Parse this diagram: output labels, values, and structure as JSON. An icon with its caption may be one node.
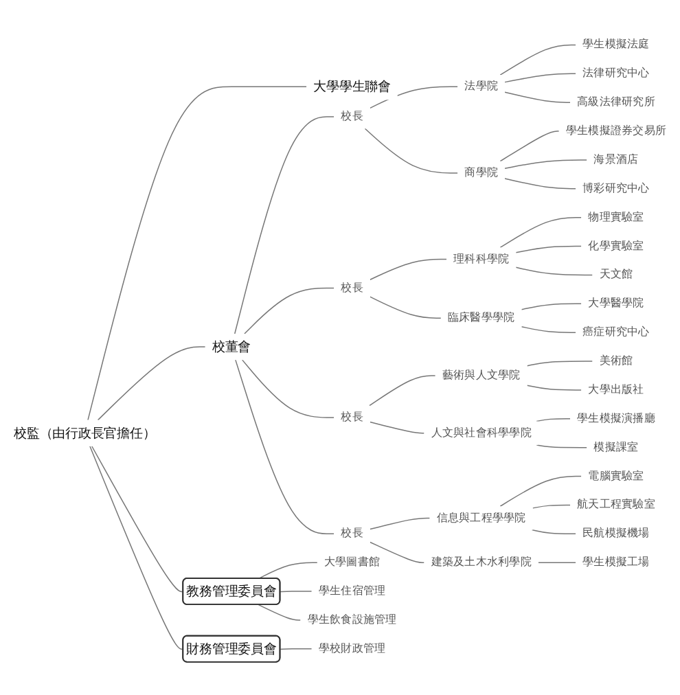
{
  "diagram": {
    "nodes": [
      {
        "text": [
          "校監（由行政長官擔任）"
        ]
      },
      {
        "text": [
          "大學學生聯會"
        ]
      },
      {
        "text": [
          "校董會"
        ]
      },
      {
        "text": [
          "校長"
        ]
      },
      {
        "text": [
          "法學院"
        ]
      },
      {
        "text": [
          "學生模擬法庭"
        ]
      },
      {
        "text": [
          "法律研究中心"
        ]
      },
      {
        "text": [
          "高級法律研究所"
        ]
      },
      {
        "text": [
          "商學院"
        ]
      },
      {
        "text": [
          "學生模擬證券交易所"
        ]
      },
      {
        "text": [
          "海景酒店"
        ]
      },
      {
        "text": [
          "博彩研究中心"
        ]
      },
      {
        "text": [
          "校長"
        ]
      },
      {
        "text": [
          "理科科學院"
        ]
      },
      {
        "text": [
          "物理實驗室"
        ]
      },
      {
        "text": [
          "化學實驗室"
        ]
      },
      {
        "text": [
          "天文館"
        ]
      },
      {
        "text": [
          "臨床醫學學院"
        ]
      },
      {
        "text": [
          "大學醫學院"
        ]
      },
      {
        "text": [
          "癌症研究中心"
        ]
      },
      {
        "text": [
          "校長"
        ]
      },
      {
        "text": [
          "藝術與人文學院"
        ]
      },
      {
        "text": [
          "美術館"
        ]
      },
      {
        "text": [
          "大學出版社"
        ]
      },
      {
        "text": [
          "人文與社會科學學院"
        ]
      },
      {
        "text": [
          "學生模擬演播廳"
        ]
      },
      {
        "text": [
          "模擬課室"
        ]
      },
      {
        "text": [
          "校長"
        ]
      },
      {
        "text": [
          "信息與工程學學院"
        ]
      },
      {
        "text": [
          "電腦實驗室"
        ]
      },
      {
        "text": [
          "航天工程實驗室"
        ]
      },
      {
        "text": [
          "民航模擬機場"
        ]
      },
      {
        "text": [
          "建築及土木水利學院"
        ]
      },
      {
        "text": [
          "學生模擬工場"
        ]
      },
      {
        "text": [
          "教務管理委員會"
        ]
      },
      {
        "text": [
          "大學圖書館"
        ]
      },
      {
        "text": [
          "學生住宿管理"
        ]
      },
      {
        "text": [
          "學生飲食設施管理"
        ]
      },
      {
        "text": [
          "財務管理委員會"
        ]
      },
      {
        "text": [
          "學校財政管理"
        ]
      }
    ],
    "edges": [
      {
        "from": 0,
        "to": 1,
        "arrow": "none"
      },
      {
        "from": 0,
        "to": 2,
        "arrow": "none"
      },
      {
        "from": 2,
        "to": 3,
        "arrow": "none"
      },
      {
        "from": 3,
        "to": 4,
        "arrow": "none"
      },
      {
        "from": 4,
        "to": 5,
        "arrow": "none"
      },
      {
        "from": 4,
        "to": 6,
        "arrow": "none"
      },
      {
        "from": 4,
        "to": 7,
        "arrow": "none"
      },
      {
        "from": 3,
        "to": 8,
        "arrow": "none"
      },
      {
        "from": 8,
        "to": 9,
        "arrow": "none"
      },
      {
        "from": 8,
        "to": 10,
        "arrow": "none"
      },
      {
        "from": 8,
        "to": 11,
        "arrow": "none"
      },
      {
        "from": 2,
        "to": 12,
        "arrow": "none"
      },
      {
        "from": 12,
        "to": 13,
        "arrow": "none"
      },
      {
        "from": 13,
        "to": 14,
        "arrow": "none"
      },
      {
        "from": 13,
        "to": 15,
        "arrow": "none"
      },
      {
        "from": 13,
        "to": 16,
        "arrow": "none"
      },
      {
        "from": 12,
        "to": 17,
        "arrow": "none"
      },
      {
        "from": 17,
        "to": 18,
        "arrow": "none"
      },
      {
        "from": 17,
        "to": 19,
        "arrow": "none"
      },
      {
        "from": 2,
        "to": 20,
        "arrow": "none"
      },
      {
        "from": 20,
        "to": 21,
        "arrow": "none"
      },
      {
        "from": 21,
        "to": 22,
        "arrow": "none"
      },
      {
        "from": 21,
        "to": 23,
        "arrow": "none"
      },
      {
        "from": 20,
        "to": 24,
        "arrow": "none"
      },
      {
        "from": 24,
        "to": 25,
        "arrow": "none"
      },
      {
        "from": 24,
        "to": 26,
        "arrow": "none"
      },
      {
        "from": 2,
        "to": 27,
        "arrow": "none"
      },
      {
        "from": 27,
        "to": 28,
        "arrow": "none"
      },
      {
        "from": 28,
        "to": 29,
        "arrow": "none"
      },
      {
        "from": 28,
        "to": 30,
        "arrow": "none"
      },
      {
        "from": 28,
        "to": 31,
        "arrow": "none"
      },
      {
        "from": 27,
        "to": 32,
        "arrow": "none"
      },
      {
        "from": 32,
        "to": 33,
        "arrow": "none"
      },
      {
        "from": 0,
        "to": 34,
        "arrow": "none"
      },
      {
        "from": 34,
        "to": 35,
        "arrow": "none"
      },
      {
        "from": 34,
        "to": 36,
        "arrow": "none"
      },
      {
        "from": 34,
        "to": 37,
        "arrow": "none"
      },
      {
        "from": 0,
        "to": 38,
        "arrow": "none"
      },
      {
        "from": 38,
        "to": 39,
        "arrow": "none"
      }
    ]
  }
}
